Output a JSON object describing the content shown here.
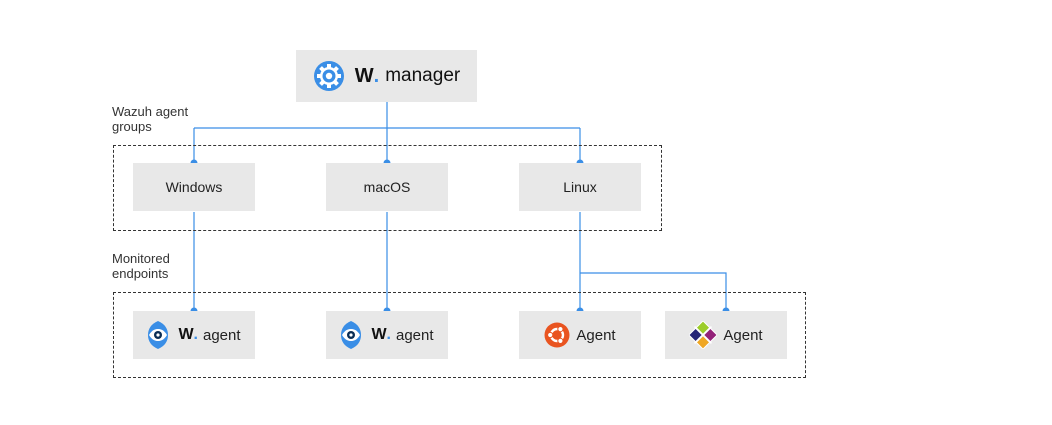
{
  "manager": {
    "brand": "W",
    "brand_dot": ".",
    "label": "manager",
    "icon": "wazuh-gear-icon"
  },
  "groups_section": {
    "title_line1": "Wazuh agent",
    "title_line2": "groups"
  },
  "groups": [
    {
      "label": "Windows"
    },
    {
      "label": "macOS"
    },
    {
      "label": "Linux"
    }
  ],
  "endpoints_section": {
    "title_line1": "Monitored",
    "title_line2": "endpoints"
  },
  "endpoints": [
    {
      "brand": "W",
      "brand_dot": ".",
      "label": "agent",
      "icon": "wazuh-eye-icon"
    },
    {
      "brand": "W",
      "brand_dot": ".",
      "label": "agent",
      "icon": "wazuh-eye-icon"
    },
    {
      "label": "Agent",
      "icon": "ubuntu-icon"
    },
    {
      "label": "Agent",
      "icon": "centos-icon"
    }
  ],
  "colors": {
    "connector": "#3a8ee6",
    "box_fill": "#e8e8e8",
    "wazuh_blue": "#3a8ee6",
    "ubuntu_orange": "#e95420"
  }
}
